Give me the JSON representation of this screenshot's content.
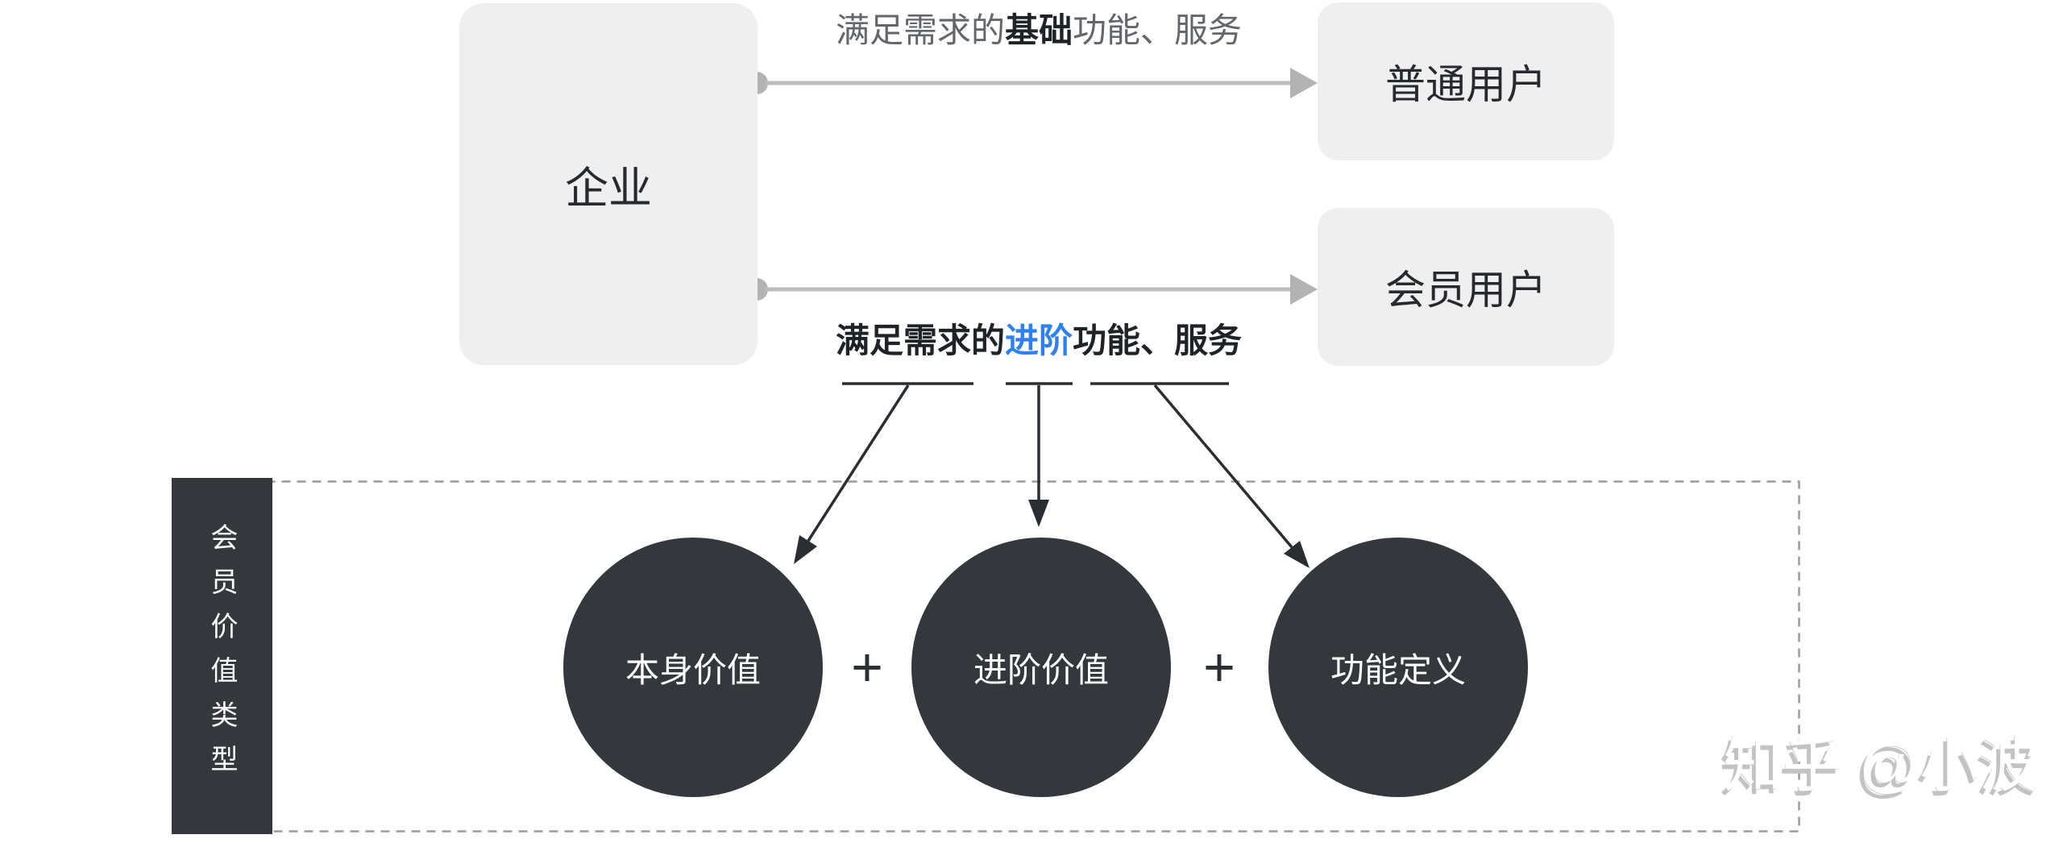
{
  "diagram": {
    "enterprise": {
      "label": "企业"
    },
    "users": [
      {
        "label": "普通用户"
      },
      {
        "label": "会员用户"
      }
    ],
    "edge_labels": [
      {
        "prefix": "满足需求的",
        "emphasis": "基础",
        "suffix": "功能、服务"
      },
      {
        "prefix": "满足需求的",
        "emphasis": "进阶",
        "suffix": "功能、服务"
      }
    ],
    "value_bar": {
      "label": "会员价值类型"
    },
    "value_circles": [
      {
        "label": "本身价值"
      },
      {
        "label": "进阶价值"
      },
      {
        "label": "功能定义"
      }
    ],
    "plus_sign": "+",
    "watermark": "知乎 @小波"
  },
  "colors": {
    "node_fill": "#efefef",
    "dark_fill": "#34373c",
    "connector_gray": "#bcbcbc",
    "connector_dot_gray": "#b3b3b3",
    "arrow_black": "#2a2d31",
    "emphasis_blue": "#2e7ff2",
    "label_gray": "#63666b",
    "label_dark": "#1f2226",
    "dashed_border": "#9b9b9b",
    "watermark_shadow": "#c3c3c3",
    "circle_text": "#ffffff"
  }
}
